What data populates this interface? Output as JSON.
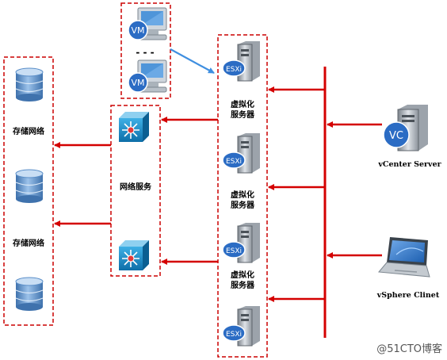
{
  "labels": {
    "storage_top": "存储网络",
    "storage_bottom": "存储网络",
    "network_services": "网络服务",
    "virtualization_server_1_line1": "虚拟化",
    "virtualization_server_1_line2": "服务器",
    "virtualization_server_2_line1": "虚拟化",
    "virtualization_server_2_line2": "服务器",
    "virtualization_server_3_line1": "虚拟化",
    "virtualization_server_3_line2": "服务器",
    "vcenter": "vCenter Server",
    "vsphere": "vSphere Clinet",
    "vm_dots": "- - -",
    "watermark": "@51CTO博客"
  },
  "icons": {
    "vm": "VM",
    "esxi": "ESXi",
    "vc": "VC"
  },
  "colors": {
    "dashed_border": "#cc0000",
    "arrow_red": "#d40000",
    "arrow_blue": "#3f8fe0",
    "disk_blue": "#5a8ec8",
    "switch_blue": "#1a7fb8",
    "vm_badge": "#2b6cc4"
  }
}
